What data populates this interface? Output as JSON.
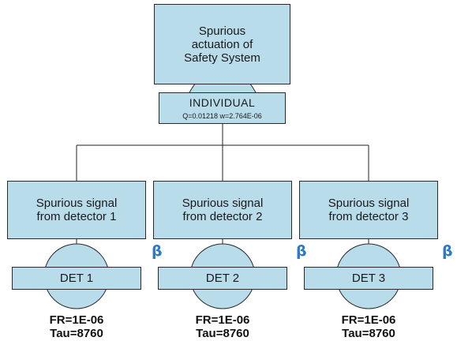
{
  "colors": {
    "fill": "#b8dcea",
    "stroke": "#2a2a2a",
    "beta": "#2e78c8"
  },
  "top_event": {
    "label": "Spurious\nactuation of\nSafety System"
  },
  "gate": {
    "type": "or-gate",
    "name": "INDIVIDUAL",
    "values": "Q=0.01218 w=2.764E-06"
  },
  "events": [
    {
      "label": "Spurious signal\nfrom detector 1",
      "basic": "DET 1",
      "fr": "FR=1E-06",
      "tau": "Tau=8760",
      "beta": "β"
    },
    {
      "label": "Spurious signal\nfrom detector 2",
      "basic": "DET 2",
      "fr": "FR=1E-06",
      "tau": "Tau=8760",
      "beta": "β"
    },
    {
      "label": "Spurious signal\nfrom detector 3",
      "basic": "DET 3",
      "fr": "FR=1E-06",
      "tau": "Tau=8760",
      "beta": "β"
    }
  ]
}
